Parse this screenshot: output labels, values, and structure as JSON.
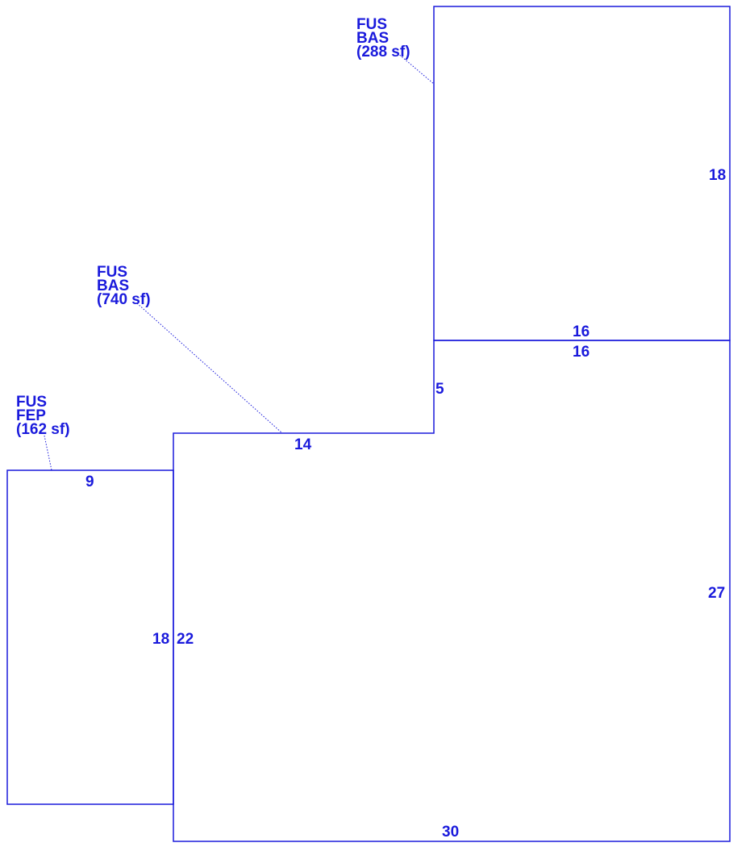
{
  "colors": {
    "line": "#1a1adc",
    "background": "#ffffff"
  },
  "areas": {
    "upper": {
      "code1": "FUS",
      "code2": "BAS",
      "size": "(288 sf)"
    },
    "main": {
      "code1": "FUS",
      "code2": "BAS",
      "size": "(740 sf)"
    },
    "porch": {
      "code1": "FUS",
      "code2": "FEP",
      "size": "(162 sf)"
    }
  },
  "dimensions": {
    "upper_right": "18",
    "upper_bottom": "16",
    "main_top_right": "16",
    "main_step": "5",
    "main_top_left": "14",
    "porch_top": "9",
    "porch_right": "18",
    "main_left": "22",
    "main_right": "27",
    "main_bottom": "30"
  }
}
